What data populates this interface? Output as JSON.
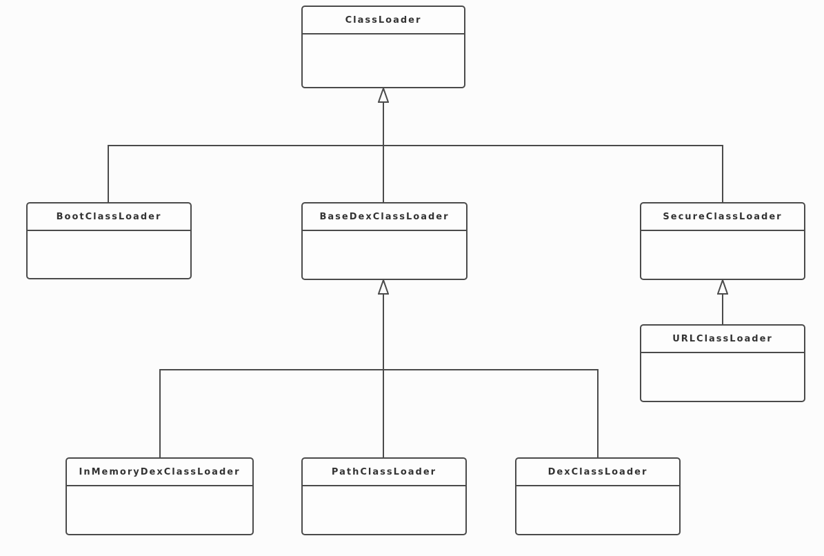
{
  "diagram": {
    "kind": "uml-class-diagram",
    "subject": "ClassLoader inheritance hierarchy",
    "colors": {
      "background": "#fcfcfc",
      "box_fill": "#fdfdfd",
      "box_border": "#4a4a4a",
      "line": "#4a4a4a",
      "text": "#333333"
    },
    "nodes": {
      "classloader": {
        "label": "ClassLoader"
      },
      "bootclassloader": {
        "label": "BootClassLoader"
      },
      "basedexclassloader": {
        "label": "BaseDexClassLoader"
      },
      "secureclassloader": {
        "label": "SecureClassLoader"
      },
      "urlclassloader": {
        "label": "URLClassLoader"
      },
      "inmemorydexclassloader": {
        "label": "InMemoryDexClassLoader"
      },
      "pathclassloader": {
        "label": "PathClassLoader"
      },
      "dexclassloader": {
        "label": "DexClassLoader"
      }
    },
    "edges": [
      {
        "from": "BootClassLoader",
        "to": "ClassLoader",
        "type": "generalization"
      },
      {
        "from": "BaseDexClassLoader",
        "to": "ClassLoader",
        "type": "generalization"
      },
      {
        "from": "SecureClassLoader",
        "to": "ClassLoader",
        "type": "generalization"
      },
      {
        "from": "URLClassLoader",
        "to": "SecureClassLoader",
        "type": "generalization"
      },
      {
        "from": "InMemoryDexClassLoader",
        "to": "BaseDexClassLoader",
        "type": "generalization"
      },
      {
        "from": "PathClassLoader",
        "to": "BaseDexClassLoader",
        "type": "generalization"
      },
      {
        "from": "DexClassLoader",
        "to": "BaseDexClassLoader",
        "type": "generalization"
      }
    ]
  }
}
